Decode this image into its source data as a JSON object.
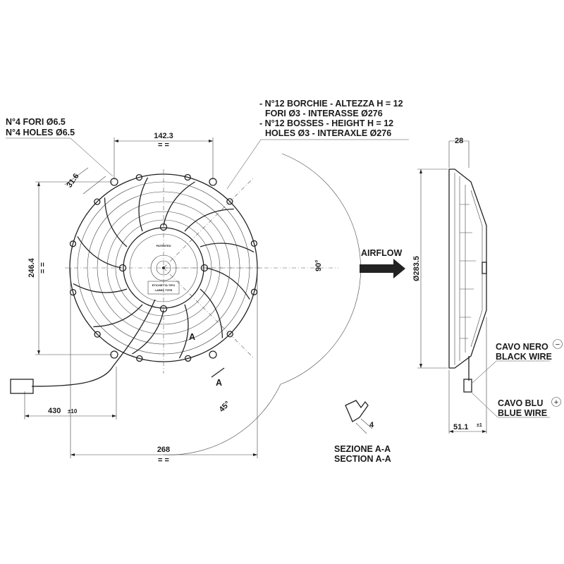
{
  "notes": {
    "holes_it": "N°4 FORI Ø6.5",
    "holes_en": "N°4 HOLES Ø6.5",
    "bosses": [
      "- N°12 BORCHIE - ALTEZZA H = 12",
      "FORI Ø3 - INTERASSE Ø276",
      "- N°12 BOSSES - HEIGHT H = 12",
      "HOLES Ø3 - INTERAXLE Ø276"
    ]
  },
  "dimensions": {
    "top_holes": "142.3",
    "equal": "= =",
    "hole_offset": "31.6",
    "height_holes": "246.4",
    "width_total": "268",
    "cable_length": "430",
    "cable_tol": "±10",
    "angle_90": "90°",
    "angle_45": "45°",
    "depth_top": "28",
    "diameter": "Ø283.5",
    "depth_total": "51.1",
    "depth_tol": "±1",
    "section_dim": "4"
  },
  "labels": {
    "airflow": "AIRFLOW",
    "patented": "PATENTED",
    "label_type_it": "ETICHETTA TIPO",
    "label_type_en": "LABEL TYPE",
    "section_marker": "A",
    "section_it": "SEZIONE A-A",
    "section_en": "SECTION A-A",
    "black_it": "CAVO NERO",
    "black_en": "BLACK WIRE",
    "blue_it": "CAVO BLU",
    "blue_en": "BLUE WIRE",
    "minus": "−",
    "plus": "+"
  }
}
